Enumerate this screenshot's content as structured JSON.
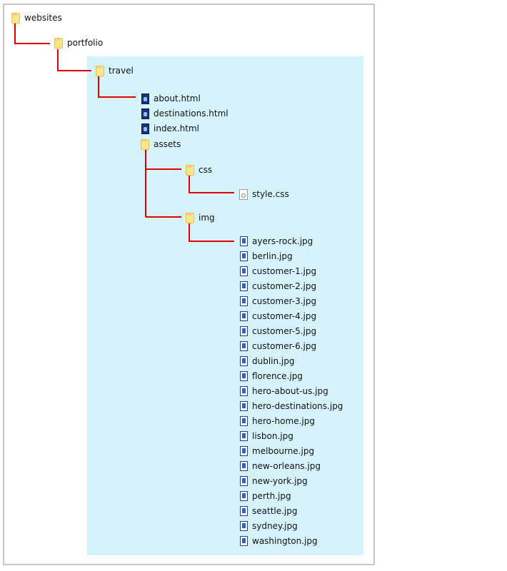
{
  "tree": {
    "root": {
      "label": "websites",
      "icon": "folder-icon"
    },
    "portfolio": {
      "label": "portfolio",
      "icon": "folder-icon"
    },
    "travel": {
      "label": "travel",
      "icon": "folder-icon"
    },
    "travel_files": [
      {
        "label": "about.html",
        "icon": "html-file-icon"
      },
      {
        "label": "destinations.html",
        "icon": "html-file-icon"
      },
      {
        "label": "index.html",
        "icon": "html-file-icon"
      }
    ],
    "assets": {
      "label": "assets",
      "icon": "folder-icon"
    },
    "css": {
      "label": "css",
      "icon": "folder-icon"
    },
    "css_files": [
      {
        "label": "style.css",
        "icon": "css-file-icon"
      }
    ],
    "img": {
      "label": "img",
      "icon": "folder-icon"
    },
    "img_files": [
      {
        "label": "ayers-rock.jpg"
      },
      {
        "label": "berlin.jpg"
      },
      {
        "label": "customer-1.jpg"
      },
      {
        "label": "customer-2.jpg"
      },
      {
        "label": "customer-3.jpg"
      },
      {
        "label": "customer-4.jpg"
      },
      {
        "label": "customer-5.jpg"
      },
      {
        "label": "customer-6.jpg"
      },
      {
        "label": "dublin.jpg"
      },
      {
        "label": "florence.jpg"
      },
      {
        "label": "hero-about-us.jpg"
      },
      {
        "label": "hero-destinations.jpg"
      },
      {
        "label": "hero-home.jpg"
      },
      {
        "label": "lisbon.jpg"
      },
      {
        "label": "melbourne.jpg"
      },
      {
        "label": "new-orleans.jpg"
      },
      {
        "label": "new-york.jpg"
      },
      {
        "label": "perth.jpg"
      },
      {
        "label": "seattle.jpg"
      },
      {
        "label": "sydney.jpg"
      },
      {
        "label": "washington.jpg"
      }
    ]
  },
  "colors": {
    "connector": "#e00000",
    "highlight": "#d6f3fb",
    "folder": "#fde58c"
  }
}
